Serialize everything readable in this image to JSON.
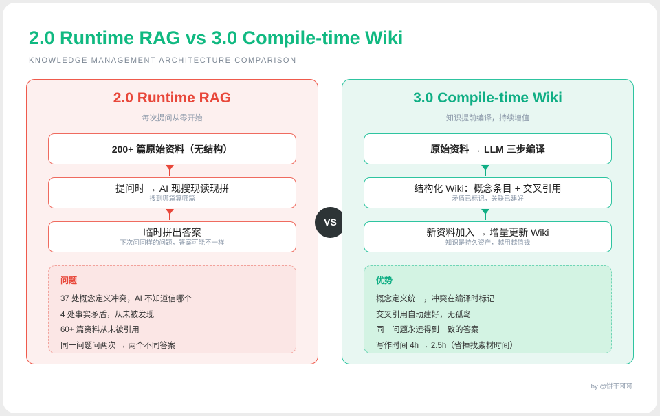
{
  "title": "2.0 Runtime RAG vs 3.0 Compile-time Wiki",
  "subtitle": "KNOWLEDGE MANAGEMENT ARCHITECTURE COMPARISON",
  "colors": {
    "left_accent": "#e8473a",
    "right_accent": "#0fae84",
    "title": "#10b981"
  },
  "left": {
    "title": "2.0 Runtime RAG",
    "subtitle": "每次提问从零开始",
    "steps": [
      {
        "main": "200+ 篇原始资料（无结构）"
      },
      {
        "main": "提问时 → AI 现搜现读现拼",
        "sub": "搜到哪篇算哪篇"
      },
      {
        "main": "临时拼出答案",
        "sub": "下次问同样的问题，答案可能不一样"
      }
    ],
    "note": {
      "heading": "问题",
      "items": [
        "37 处概念定义冲突，AI 不知道信哪个",
        "4 处事实矛盾，从未被发现",
        "60+ 篇资料从未被引用",
        "同一问题问两次 → 两个不同答案"
      ]
    }
  },
  "vs": "VS",
  "right": {
    "title": "3.0 Compile-time Wiki",
    "subtitle": "知识提前编译，持续增值",
    "steps": [
      {
        "main": "原始资料 → LLM 三步编译"
      },
      {
        "main": "结构化 Wiki：概念条目 + 交叉引用",
        "sub": "矛盾已标记，关联已建好"
      },
      {
        "main": "新资料加入 → 增量更新 Wiki",
        "sub": "知识是持久资产，越用越值钱"
      }
    ],
    "note": {
      "heading": "优势",
      "items": [
        "概念定义统一，冲突在编译时标记",
        "交叉引用自动建好，无孤岛",
        "同一问题永远得到一致的答案",
        "写作时间 4h → 2.5h（省掉找素材时间）"
      ]
    }
  },
  "byline": "by @饼干哥哥"
}
